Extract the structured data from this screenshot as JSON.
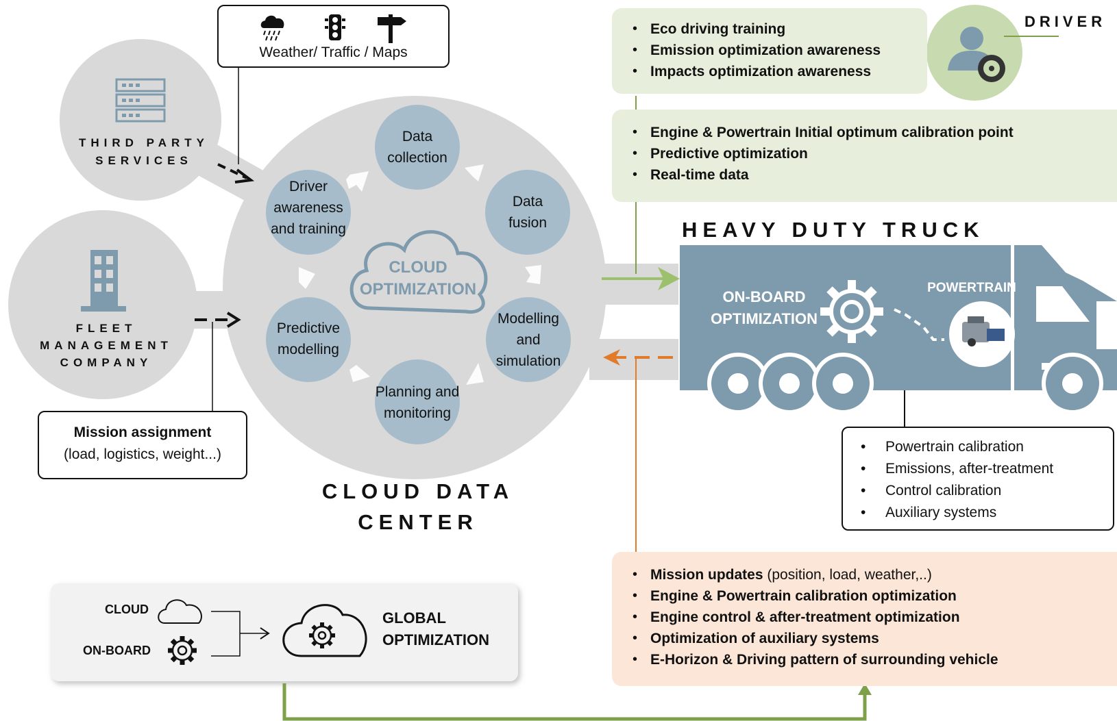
{
  "services_box": {
    "label": "Weather/ Traffic / Maps"
  },
  "third_party": {
    "line1": "THIRD PARTY",
    "line2": "SERVICES"
  },
  "fleet": {
    "line1": "FLEET",
    "line2": "MANAGEMENT",
    "line3": "COMPANY"
  },
  "mission_box": {
    "title": "Mission assignment",
    "subtitle": "(load, logistics, weight...)"
  },
  "cloud_hub": {
    "center": "CLOUD OPTIMIZATION",
    "nodes": {
      "data_collection": "Data collection",
      "data_fusion": "Data fusion",
      "modelling": "Modelling and simulation",
      "planning": "Planning and monitoring",
      "predictive": "Predictive modelling",
      "driver_training": "Driver awareness and training"
    }
  },
  "cloud_data_center": {
    "line1": "CLOUD DATA",
    "line2": "CENTER"
  },
  "driver": {
    "label": "DRIVER",
    "items": [
      "Eco driving training",
      "Emission optimization awareness",
      "Impacts optimization awareness"
    ]
  },
  "calibration_panel": {
    "items": [
      "Engine & Powertrain Initial optimum calibration point",
      "Predictive optimization",
      "Real-time data"
    ]
  },
  "truck": {
    "title": "HEAVY DUTY TRUCK",
    "onboard": "ON-BOARD OPTIMIZATION",
    "powertrain": "POWERTRAIN"
  },
  "powertrain_box": {
    "items": [
      "Powertrain calibration",
      "Emissions, after-treatment",
      "Control calibration",
      "Auxiliary systems"
    ]
  },
  "updates_panel": {
    "first_bold": "Mission updates",
    "first_rest": " (position, load, weather,..)",
    "items": [
      "Engine & Powertrain calibration optimization",
      "Engine control & after-treatment optimization",
      "Optimization of auxiliary systems",
      "E-Horizon & Driving pattern of surrounding vehicle"
    ]
  },
  "legend": {
    "cloud": "CLOUD",
    "onboard": "ON-BOARD",
    "global1": "GLOBAL",
    "global2": "OPTIMIZATION"
  },
  "colors": {
    "grey_circle": "#d9d9d9",
    "node_blue": "#a6bccb",
    "truck_blue": "#7e9aad",
    "green_panel": "#e7efdc",
    "green_line": "#7ea04a",
    "orange_panel": "#fbe6d8",
    "orange_line": "#e07b2c"
  },
  "icons": [
    "cloud-rain-icon",
    "traffic-light-icon",
    "signpost-icon",
    "server-icon",
    "building-icon",
    "driver-icon",
    "gear-icon",
    "engine-icon",
    "cloud-icon"
  ]
}
